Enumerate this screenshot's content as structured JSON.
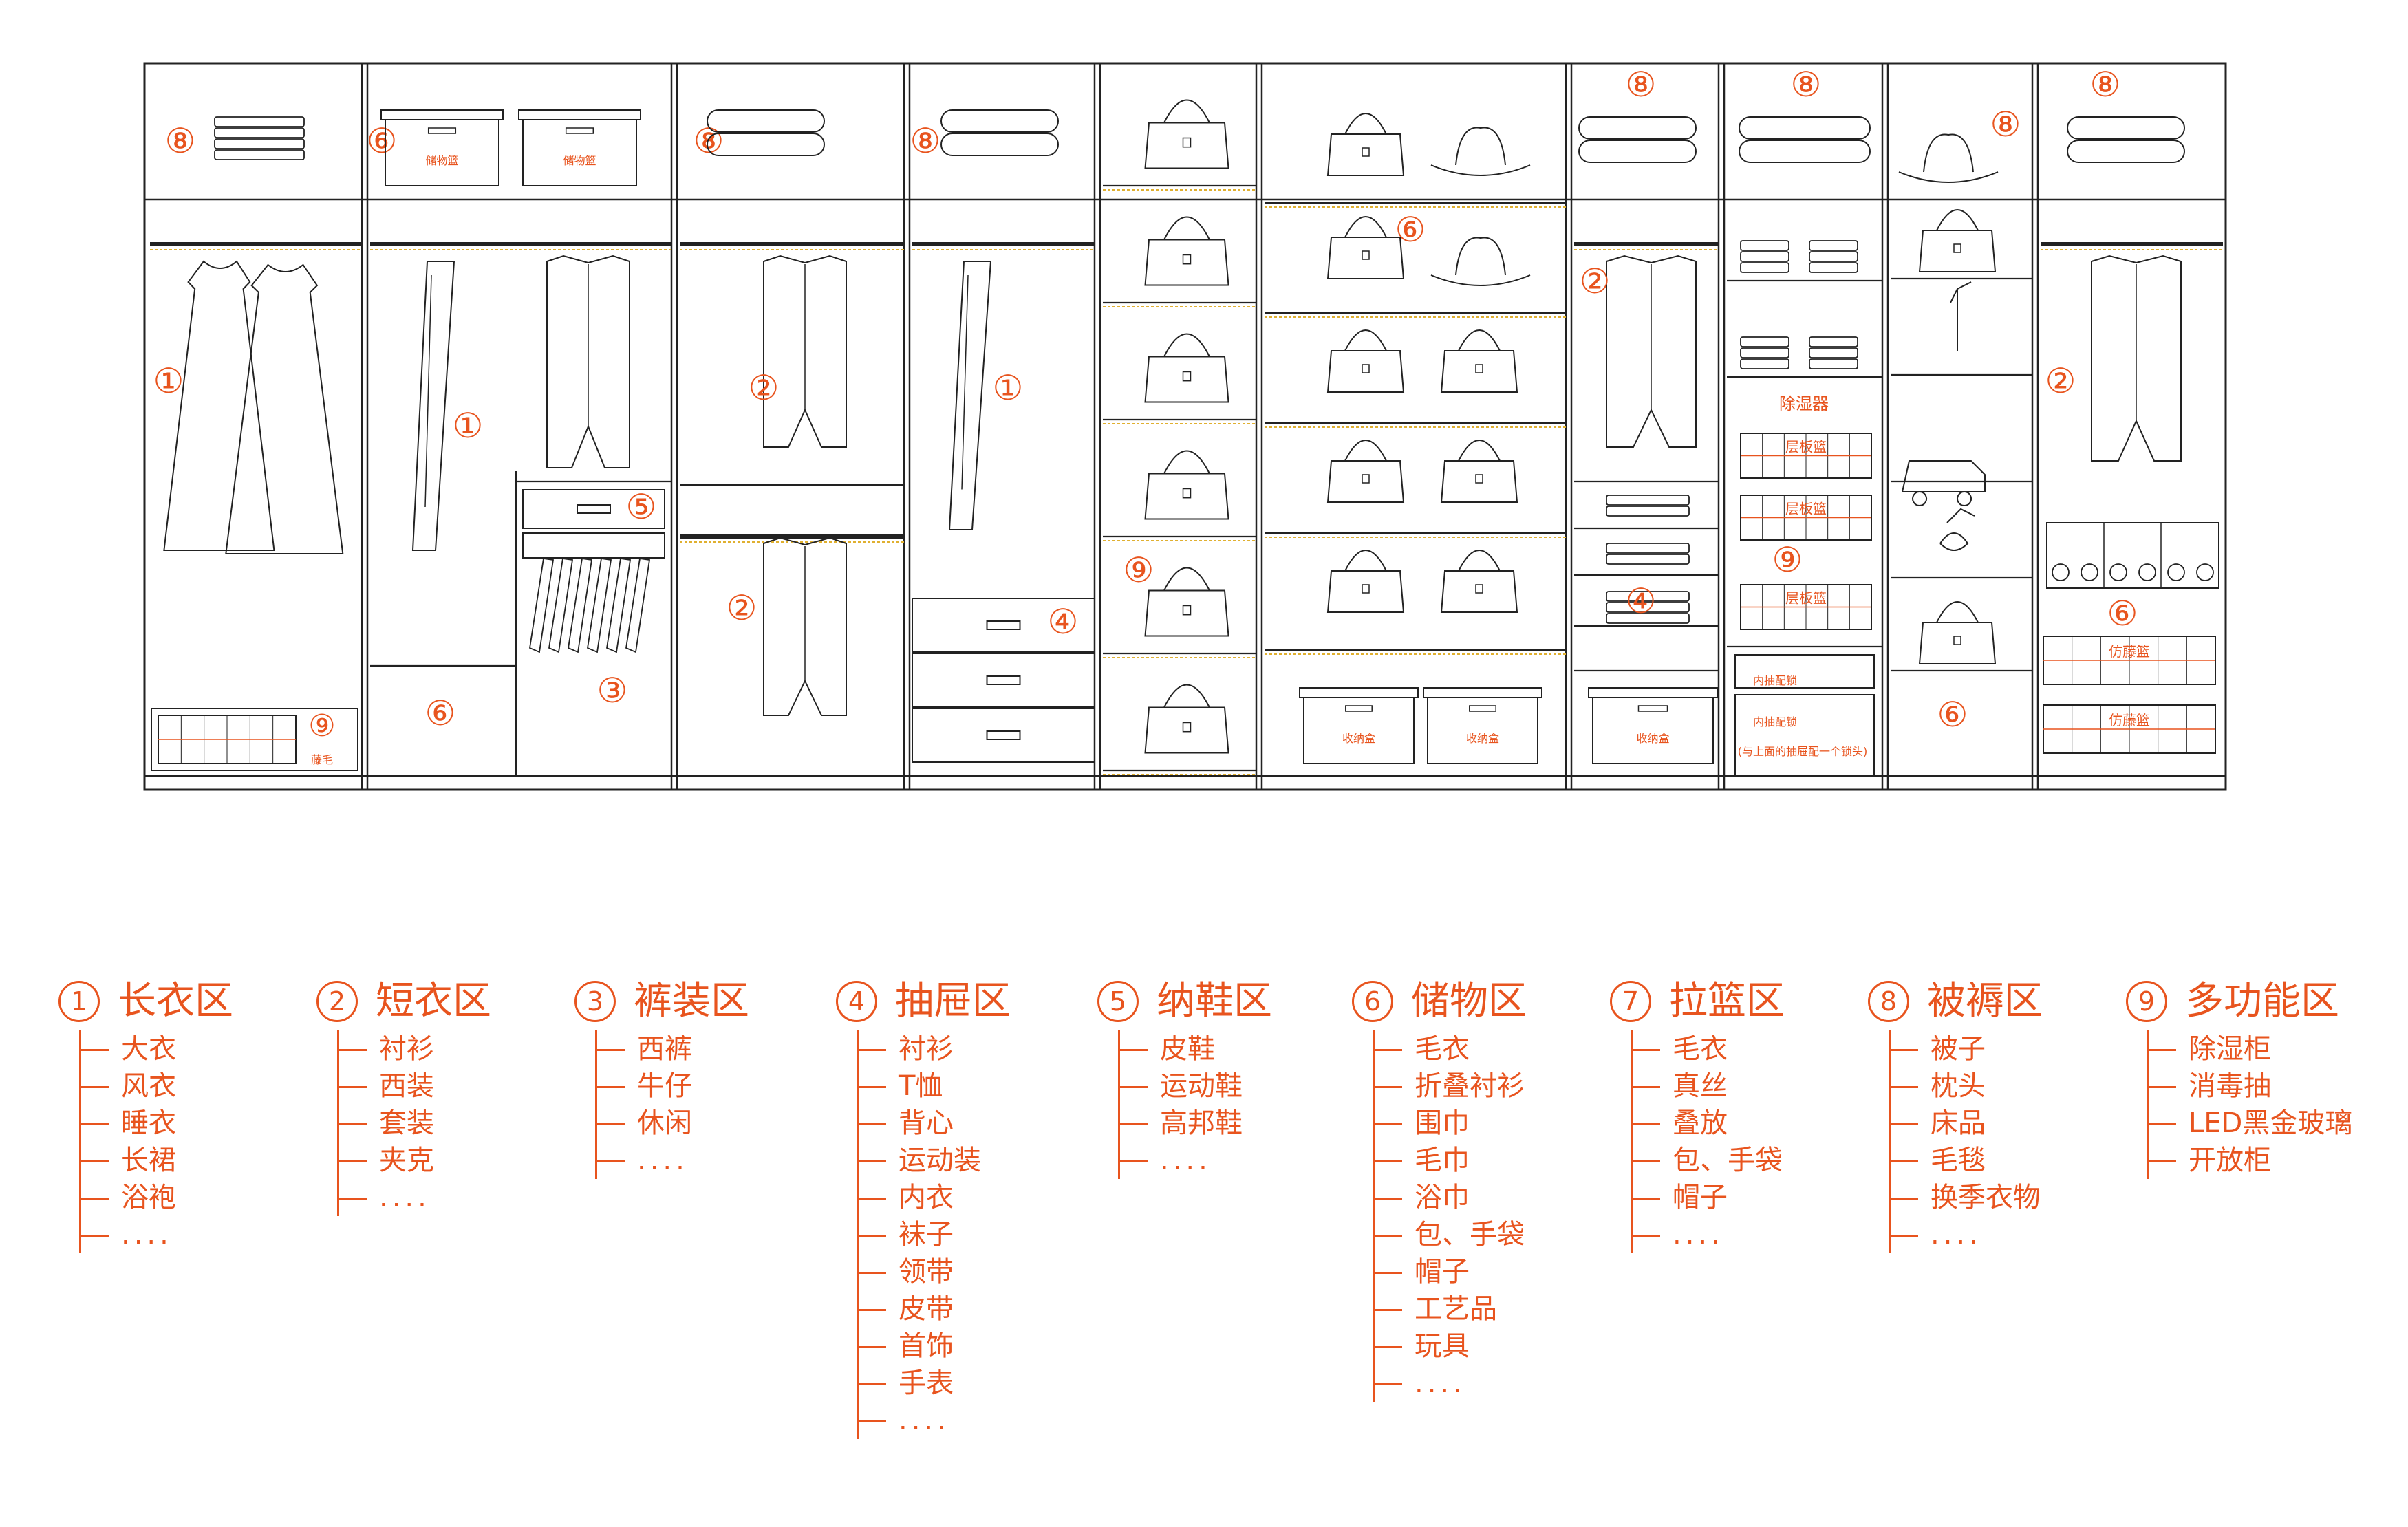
{
  "wardrobe_labels": {
    "storage_basket": "储物篮",
    "dehumidifier": "除湿器",
    "shelf_basket": "层板篮",
    "storage_box": "收纳盒",
    "rattan_basket": "仿藤篮",
    "inner_drawer_lock": "内抽配锁",
    "lock_note": "(与上面的抽屉配一个锁头)",
    "misc_small": "藤毛"
  },
  "markers": {
    "m1": "①",
    "m2": "②",
    "m3": "③",
    "m4": "④",
    "m5": "⑤",
    "m6": "⑥",
    "m7": "⑦",
    "m8": "⑧",
    "m9": "⑨"
  },
  "legend": [
    {
      "num": "1",
      "title": "长衣区",
      "items": [
        "大衣",
        "风衣",
        "睡衣",
        "长裙",
        "浴袍",
        "...."
      ]
    },
    {
      "num": "2",
      "title": "短衣区",
      "items": [
        "衬衫",
        "西装",
        "套装",
        "夹克",
        "...."
      ]
    },
    {
      "num": "3",
      "title": "裤装区",
      "items": [
        "西裤",
        "牛仔",
        "休闲",
        "...."
      ]
    },
    {
      "num": "4",
      "title": "抽屉区",
      "items": [
        "衬衫",
        "T恤",
        "背心",
        "运动装",
        "内衣",
        "袜子",
        "领带",
        "皮带",
        "首饰",
        "手表",
        "...."
      ]
    },
    {
      "num": "5",
      "title": "纳鞋区",
      "items": [
        "皮鞋",
        "运动鞋",
        "高邦鞋",
        "...."
      ]
    },
    {
      "num": "6",
      "title": "储物区",
      "items": [
        "毛衣",
        "折叠衬衫",
        "围巾",
        "毛巾",
        "浴巾",
        "包、手袋",
        "帽子",
        "工艺品",
        "玩具",
        "...."
      ]
    },
    {
      "num": "7",
      "title": "拉篮区",
      "items": [
        "毛衣",
        "真丝",
        "叠放",
        "包、手袋",
        "帽子",
        "...."
      ]
    },
    {
      "num": "8",
      "title": "被褥区",
      "items": [
        "被子",
        "枕头",
        "床品",
        "毛毯",
        "换季衣物",
        "...."
      ]
    },
    {
      "num": "9",
      "title": "多功能区",
      "items": [
        "除湿柜",
        "消毒抽",
        "LED黑金玻璃",
        "开放柜"
      ]
    }
  ],
  "colors": {
    "accent": "#e8541e",
    "line": "#222222",
    "rail": "#e0b030"
  }
}
